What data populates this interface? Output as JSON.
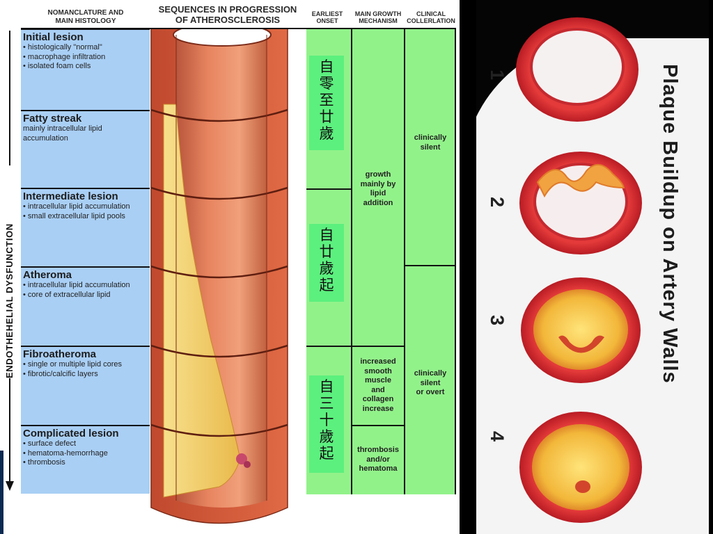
{
  "headers": {
    "nomenclature_line1": "NOMANCLATURE AND",
    "nomenclature_line2": "MAIN HISTOLOGY",
    "sequences_line1": "SEQUENCES IN PROGRESSION",
    "sequences_line2": "OF ATHEROSCLEROSIS",
    "onset_line1": "EARLIEST",
    "onset_line2": "ONSET",
    "mechanism_line1": "MAIN GROWTH",
    "mechanism_line2": "MECHANISM",
    "clinical_line1": "CLINICAL",
    "clinical_line2": "COLLERLATION"
  },
  "side_label": "ENDOTHEHELIAL  DYSFUNCTION",
  "stages": [
    {
      "title": "Initial lesion",
      "items": [
        "• histologically \"normal\"",
        "• macrophage infiltration",
        "• isolated foam cells"
      ]
    },
    {
      "title": "Fatty streak",
      "items": [
        "mainly intracellular lipid",
        "accumulation"
      ]
    },
    {
      "title": "Intermediate lesion",
      "items": [
        "• intracellular lipid accumulation",
        "• small extracellular lipid pools"
      ]
    },
    {
      "title": "Atheroma",
      "items": [
        "• intracellular lipid accumulation",
        "• core of extracellular lipid"
      ]
    },
    {
      "title": "Fibroatheroma",
      "items": [
        "• single or multiple lipid cores",
        "• fibrotic/calcific layers"
      ]
    },
    {
      "title": "Complicated lesion",
      "items": [
        "• surface defect",
        "• hematoma-hemorrhage",
        "• thrombosis"
      ]
    }
  ],
  "onset": [
    {
      "chars": [
        "自",
        "零",
        "至",
        "廿",
        "歲"
      ]
    },
    {
      "chars": [
        "自",
        "廿",
        "歲",
        "起"
      ]
    },
    {
      "chars": [
        "自",
        "三",
        "十",
        "歲",
        "起"
      ]
    }
  ],
  "mechanism": [
    {
      "lines": [
        "growth",
        "mainly by",
        "lipid",
        "addition"
      ]
    },
    {
      "lines": [
        "increased",
        "smooth",
        "muscle",
        "and",
        "collagen",
        "increase"
      ]
    },
    {
      "lines": [
        "thrombosis",
        "and/or",
        "hematoma"
      ]
    }
  ],
  "clinical": [
    {
      "lines": [
        "clinically",
        "silent"
      ]
    },
    {
      "lines": [
        "clinically",
        "silent",
        "or overt"
      ]
    }
  ],
  "photo": {
    "title": "Plaque Buildup on Artery Walls",
    "numbers": [
      "1",
      "2",
      "3",
      "4"
    ]
  }
}
